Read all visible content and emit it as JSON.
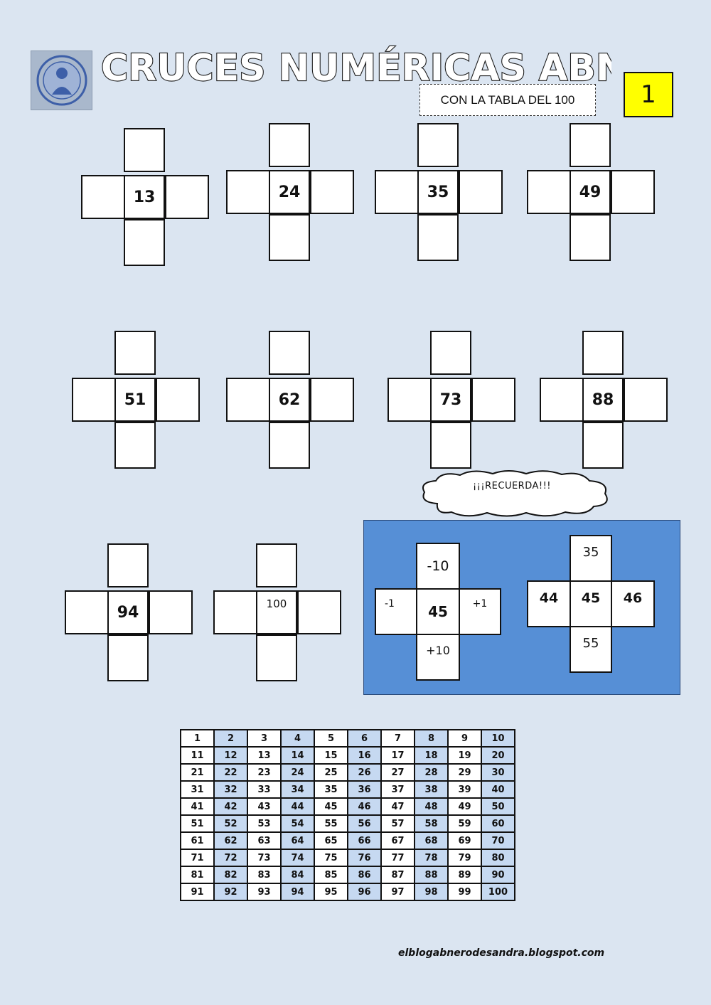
{
  "header": {
    "title": "CRUCES NUMÉRICAS ABN",
    "subtitle": "CON LA TABLA DEL 100",
    "page_number": "1",
    "logo": {
      "icon": "teacher-avatar-icon"
    }
  },
  "crosses": [
    {
      "center": "13"
    },
    {
      "center": "24"
    },
    {
      "center": "35"
    },
    {
      "center": "49"
    },
    {
      "center": "51"
    },
    {
      "center": "62"
    },
    {
      "center": "73"
    },
    {
      "center": "88"
    },
    {
      "center": "94"
    },
    {
      "center": "100"
    }
  ],
  "reminder": {
    "cloud_text": "¡¡¡RECUERDA!!!",
    "rule_cross": {
      "top": "-10",
      "left": "-1",
      "center": "45",
      "right": "+1",
      "bottom": "+10"
    },
    "example_cross": {
      "top": "35",
      "left": "44",
      "center": "45",
      "right": "46",
      "bottom": "55"
    }
  },
  "hundred_table": [
    [
      "1",
      "2",
      "3",
      "4",
      "5",
      "6",
      "7",
      "8",
      "9",
      "10"
    ],
    [
      "11",
      "12",
      "13",
      "14",
      "15",
      "16",
      "17",
      "18",
      "19",
      "20"
    ],
    [
      "21",
      "22",
      "23",
      "24",
      "25",
      "26",
      "27",
      "28",
      "29",
      "30"
    ],
    [
      "31",
      "32",
      "33",
      "34",
      "35",
      "36",
      "37",
      "38",
      "39",
      "40"
    ],
    [
      "41",
      "42",
      "43",
      "44",
      "45",
      "46",
      "47",
      "48",
      "49",
      "50"
    ],
    [
      "51",
      "52",
      "53",
      "54",
      "55",
      "56",
      "57",
      "58",
      "59",
      "60"
    ],
    [
      "61",
      "62",
      "63",
      "64",
      "65",
      "66",
      "67",
      "68",
      "69",
      "70"
    ],
    [
      "71",
      "72",
      "73",
      "74",
      "75",
      "76",
      "77",
      "78",
      "79",
      "80"
    ],
    [
      "81",
      "82",
      "83",
      "84",
      "85",
      "86",
      "87",
      "88",
      "89",
      "90"
    ],
    [
      "91",
      "92",
      "93",
      "94",
      "95",
      "96",
      "97",
      "98",
      "99",
      "100"
    ]
  ],
  "footer": {
    "url": "elblogabnerodesandra.blogspot.com"
  },
  "colors": {
    "background": "#dbe5f1",
    "panel": "#568fd6",
    "page_badge": "#ffff00",
    "table_alt_column": "#c6d9f1"
  }
}
